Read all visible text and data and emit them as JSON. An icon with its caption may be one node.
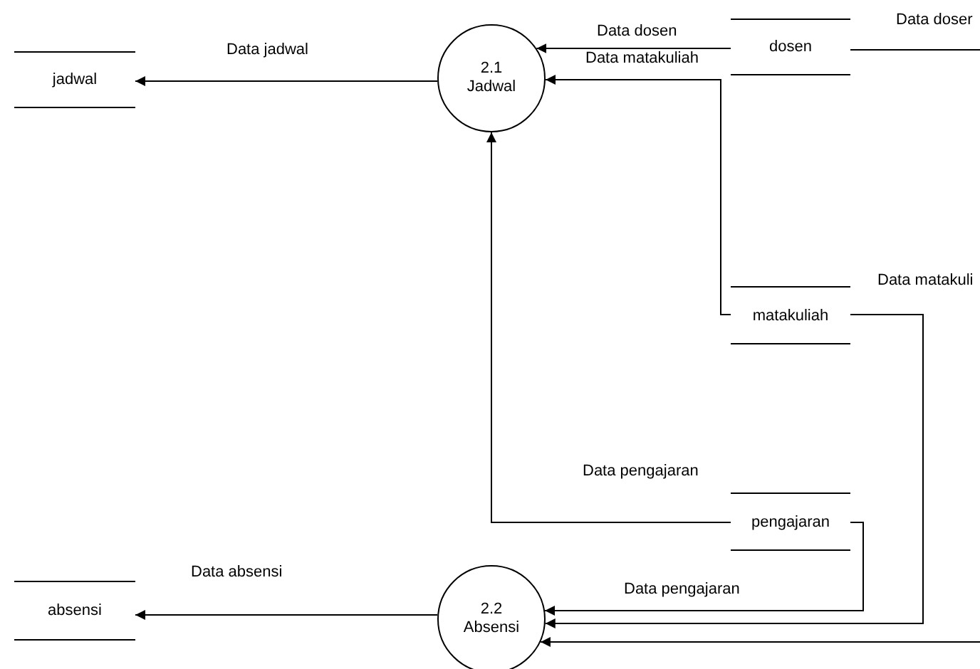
{
  "diagram": {
    "nodes": [
      {
        "text": [
          "jadwal"
        ]
      },
      {
        "text": [
          "2.1 Jadwal"
        ]
      },
      {
        "text": [
          "dosen"
        ]
      },
      {
        "text": [
          "matakuliah"
        ]
      },
      {
        "text": [
          "pengajaran"
        ]
      },
      {
        "text": [
          "absensi"
        ]
      },
      {
        "text": [
          "2.2 Absensi"
        ]
      }
    ],
    "edges": [
      {
        "from": 1,
        "to": 0,
        "arrow": "to",
        "label": "Data jadwal"
      },
      {
        "from": 2,
        "to": 1,
        "arrow": "to",
        "label": "Data dosen"
      },
      {
        "from": 3,
        "to": 1,
        "arrow": "to",
        "label": "Data matakuliah"
      },
      {
        "from": 4,
        "to": 1,
        "arrow": "to",
        "label": "Data pengajaran"
      },
      {
        "from": 4,
        "to": 6,
        "arrow": "to",
        "label": "Data pengajaran"
      },
      {
        "from": 3,
        "to": 6,
        "arrow": "to"
      },
      {
        "from": null,
        "to": 6,
        "arrow": "to"
      },
      {
        "from": 2,
        "to": null,
        "arrow": "none",
        "label": "Data doser"
      },
      {
        "from": 6,
        "to": 5,
        "arrow": "to",
        "label": "Data absensi"
      }
    ],
    "labels": [
      "Data matakuli"
    ]
  }
}
